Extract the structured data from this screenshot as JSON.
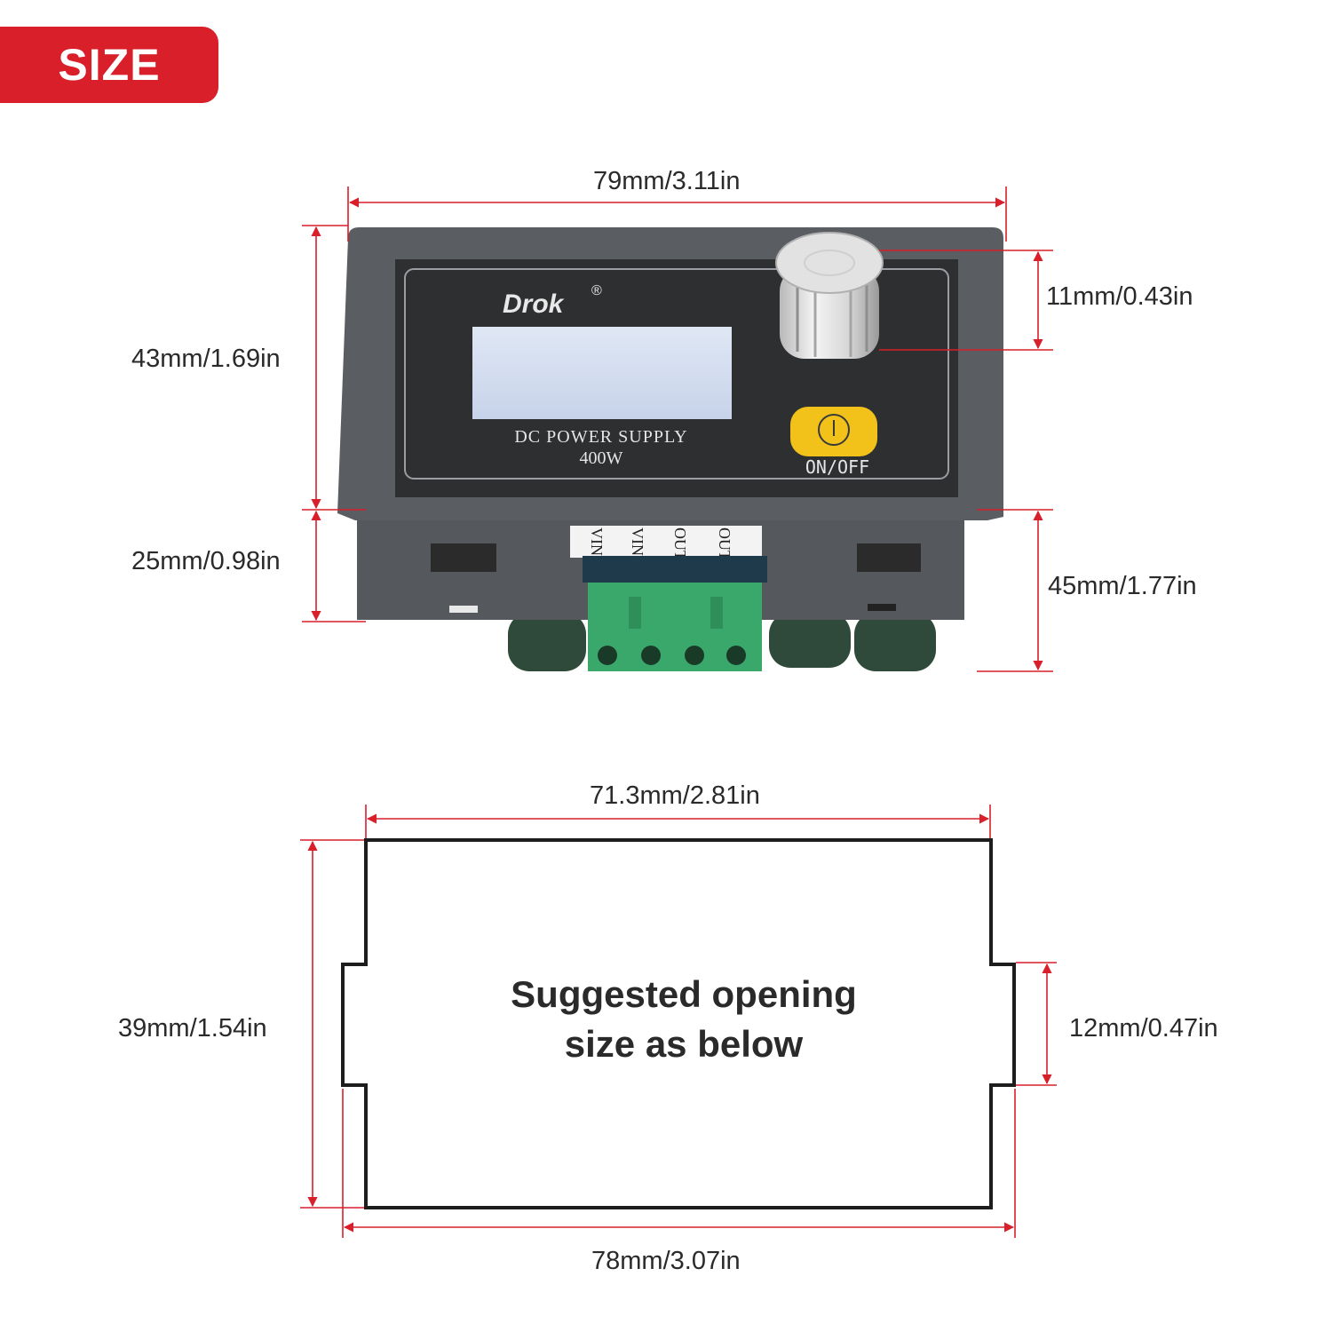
{
  "badge": {
    "label": "SIZE"
  },
  "colors": {
    "accent": "#d81f2a",
    "dimension_line": "#d81f2a",
    "panel": "#5a5d61",
    "faceplate": "#2e2f31",
    "button": "#f2c21a",
    "terminal": "#3aa86b"
  },
  "device": {
    "brand": "Drok",
    "brand_mark": "®",
    "model_line1": "DC POWER SUPPLY",
    "model_line2": "400W",
    "button_label": "ON/OFF",
    "terminal_labels": [
      "VIN",
      "VIN",
      "OUT",
      "OUT-"
    ]
  },
  "dimensions": {
    "device_width": "79mm/3.11in",
    "device_height": "43mm/1.69in",
    "knob_height": "11mm/0.43in",
    "depth_upper": "25mm/0.98in",
    "depth_total": "45mm/1.77in"
  },
  "opening": {
    "caption_line1": "Suggested opening",
    "caption_line2": "size as below",
    "inner_width": "71.3mm/2.81in",
    "outer_width": "78mm/3.07in",
    "height": "39mm/1.54in",
    "notch_height": "12mm/0.47in"
  }
}
